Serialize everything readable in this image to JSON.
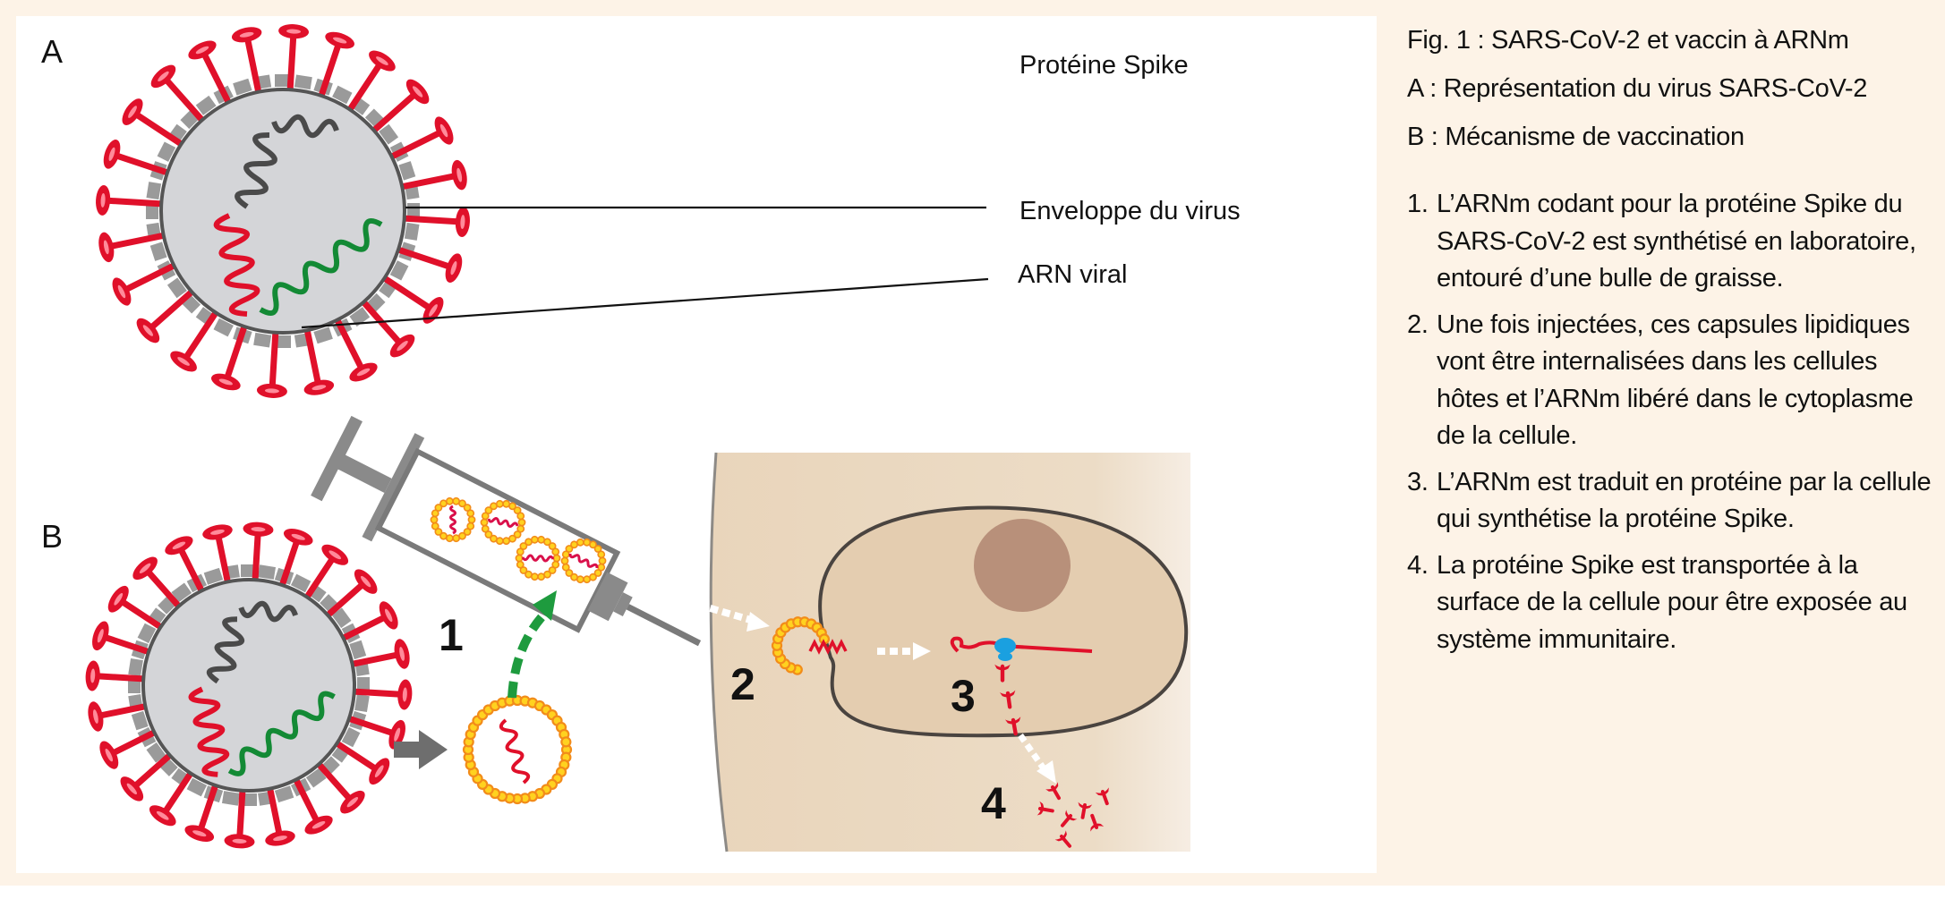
{
  "figure": {
    "panel_a_letter": "A",
    "panel_b_letter": "B",
    "labels": {
      "spike_protein": "Protéine Spike",
      "virus_envelope": "Enveloppe du virus",
      "viral_rna": "ARN viral"
    },
    "steps": [
      "1",
      "2",
      "3",
      "4"
    ],
    "colors": {
      "spike_red": "#e0102a",
      "envelope_gray": "#9a9a9a",
      "virus_interior": "#d4d5d8",
      "rna_gray": "#4a4a4a",
      "rna_red": "#e0102a",
      "rna_green": "#138a35",
      "lipid_orange": "#f28c1a",
      "lipid_yellow": "#ffd21f",
      "cell_tan": "#e6d2b8",
      "nucleus_brown": "#b58a70",
      "ribosome_blue": "#1aa0e0",
      "arrow_green": "#1e9b3e",
      "background_cream": "#fdf3e7"
    }
  },
  "caption": {
    "title": "Fig. 1 : SARS-CoV-2 et vaccin à ARNm",
    "panel_a": "A : Représentation du virus SARS-CoV-2",
    "panel_b": "B : Mécanisme de vaccination",
    "steps": [
      {
        "num": "1.",
        "text": "L’ARNm codant pour la protéine Spike du SARS-CoV-2 est synthétisé en laboratoire, entouré d’une bulle de graisse."
      },
      {
        "num": "2.",
        "text": "Une fois injectées, ces capsules lipidiques vont être internalisées dans les cellules hôtes et l’ARNm libéré dans le cytoplasme de la cellule."
      },
      {
        "num": "3.",
        "text": "L’ARNm est traduit en protéine par la cellule qui synthétise la protéine Spike."
      },
      {
        "num": "4.",
        "text": "La protéine Spike est transportée à la surface de la cellule pour être exposée au système immunitaire."
      }
    ]
  }
}
